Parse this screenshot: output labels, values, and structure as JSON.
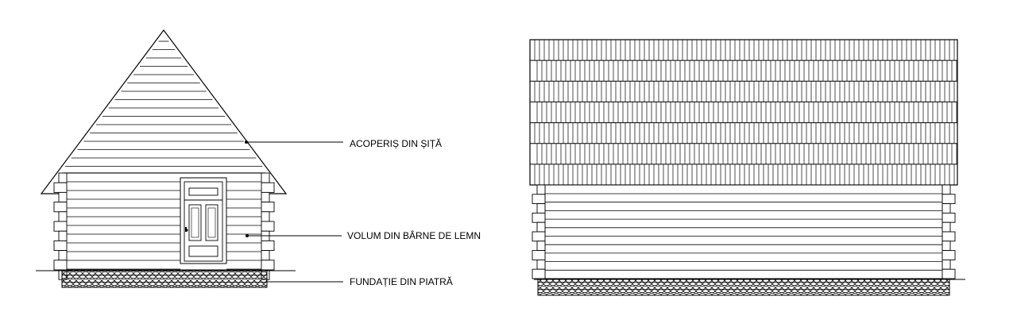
{
  "labels": {
    "roof": "ACOPERIȘ DIN ȘIȚĂ",
    "walls": "VOLUM DIN BÂRNE DE LEMN",
    "foundation": "FUNDAȚIE DIN PIATRĂ"
  },
  "colors": {
    "line": "#000000",
    "background": "#ffffff"
  }
}
